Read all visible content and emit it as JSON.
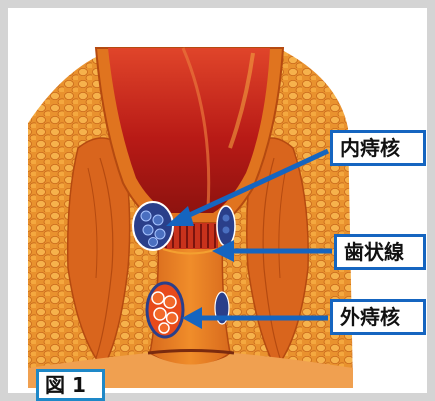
{
  "figure": {
    "label": "図 1"
  },
  "labels": {
    "internal_hemorrhoid": "内痔核",
    "dentate_line": "歯状線",
    "external_hemorrhoid": "外痔核"
  },
  "colors": {
    "arrow": "#1565c0",
    "label_border": "#1565c0",
    "figure_label_border": "#1e88c8",
    "tissue_orange": "#e8821e",
    "tissue_dark": "#b8430f",
    "lumen_red": "#c0201a",
    "fat_yellow": "#f0a640"
  }
}
